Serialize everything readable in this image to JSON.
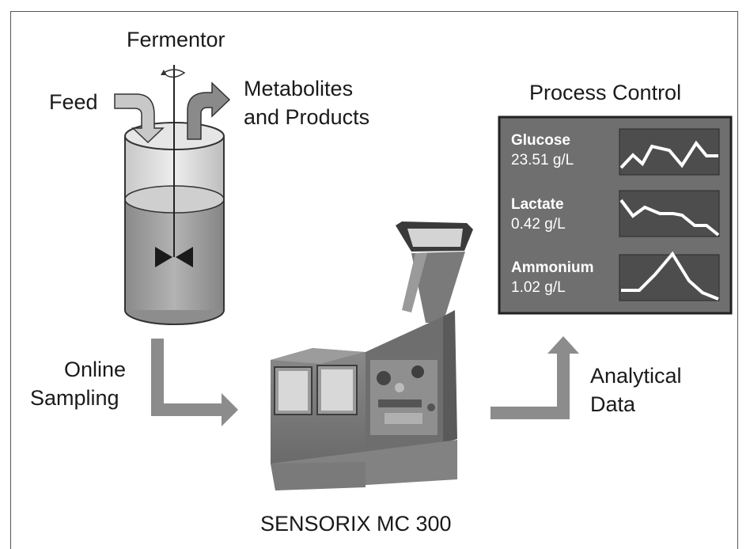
{
  "labels": {
    "fermentor": "Fermentor",
    "feed": "Feed",
    "metabolites_line1": "Metabolites",
    "metabolites_line2": "and Products",
    "process_control": "Process Control",
    "online_line1": "Online",
    "online_line2": "Sampling",
    "analytical_line1": "Analytical",
    "analytical_line2": "Data",
    "device": "SENSORIX MC 300"
  },
  "monitor": {
    "rows": [
      {
        "name": "Glucose",
        "value": "23.51 g/L"
      },
      {
        "name": "Lactate",
        "value": "0.42 g/L"
      },
      {
        "name": "Ammonium",
        "value": "1.02 g/L"
      }
    ]
  },
  "colors": {
    "arrow": "#8c8c8c",
    "monitor_bg": "#6f6f6f",
    "plot_bg": "#4d4d4d",
    "tank_top": "#d9d9d9",
    "tank_liquid": "#9a9a9a"
  }
}
